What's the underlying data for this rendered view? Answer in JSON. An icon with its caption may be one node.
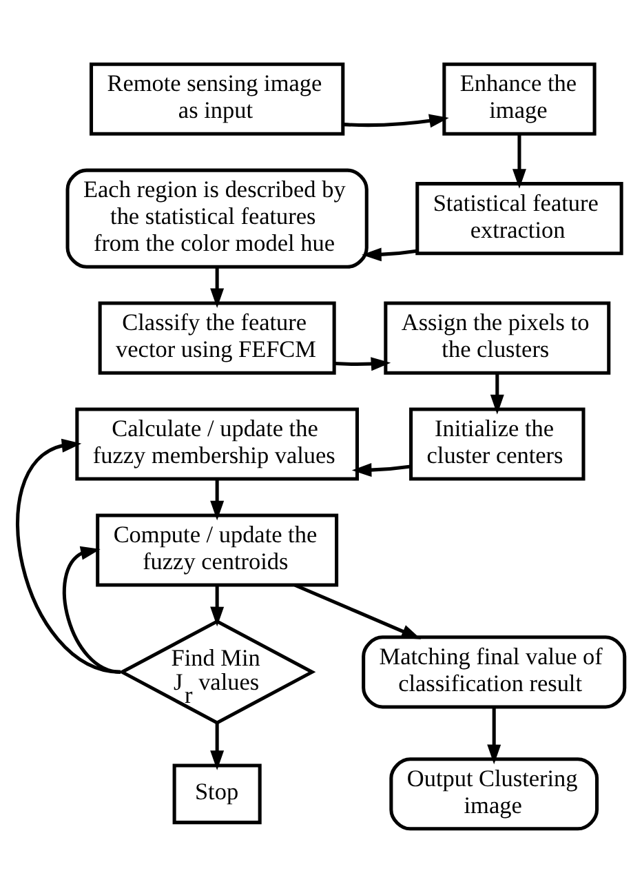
{
  "diagram": {
    "nodes": [
      {
        "text": [
          "Remote sensing image as input"
        ]
      },
      {
        "text": [
          "Enhance the image"
        ]
      },
      {
        "text": [
          "Each region is described by the statistical features from the color model hue"
        ]
      },
      {
        "text": [
          "Statistical feature extraction"
        ]
      },
      {
        "text": [
          "Classify the feature vector using FEFCM"
        ]
      },
      {
        "text": [
          "Assign the pixels to the clusters"
        ]
      },
      {
        "text": [
          "Calculate / update the fuzzy membership values"
        ]
      },
      {
        "text": [
          "Initialize the cluster centers"
        ]
      },
      {
        "text": [
          "Compute / update the fuzzy centroids"
        ]
      },
      {
        "text": [
          "Find Min J$_{r}$ values"
        ]
      },
      {
        "text": [
          "Matching final value of classification result"
        ]
      },
      {
        "text": [
          "Stop"
        ]
      },
      {
        "text": [
          "Output Clustering image"
        ]
      }
    ],
    "edges": [
      {
        "from": 0,
        "to": 1,
        "arrow": "to"
      },
      {
        "from": 1,
        "to": 3,
        "arrow": "to"
      },
      {
        "from": 3,
        "to": 2,
        "arrow": "to"
      },
      {
        "from": 2,
        "to": 4,
        "arrow": "to"
      },
      {
        "from": 4,
        "to": 5,
        "arrow": "to"
      },
      {
        "from": 5,
        "to": 7,
        "arrow": "to"
      },
      {
        "from": 7,
        "to": 6,
        "arrow": "to"
      },
      {
        "from": 6,
        "to": 8,
        "arrow": "to"
      },
      {
        "from": 8,
        "to": 9,
        "arrow": "to"
      },
      {
        "from": 9,
        "to": 11,
        "arrow": "to"
      },
      {
        "from": 9,
        "to": 6,
        "arrow": "to"
      },
      {
        "from": 9,
        "to": 8,
        "arrow": "to"
      },
      {
        "from": 8,
        "to": 10,
        "arrow": "to"
      },
      {
        "from": 10,
        "to": 12,
        "arrow": "to"
      }
    ]
  }
}
